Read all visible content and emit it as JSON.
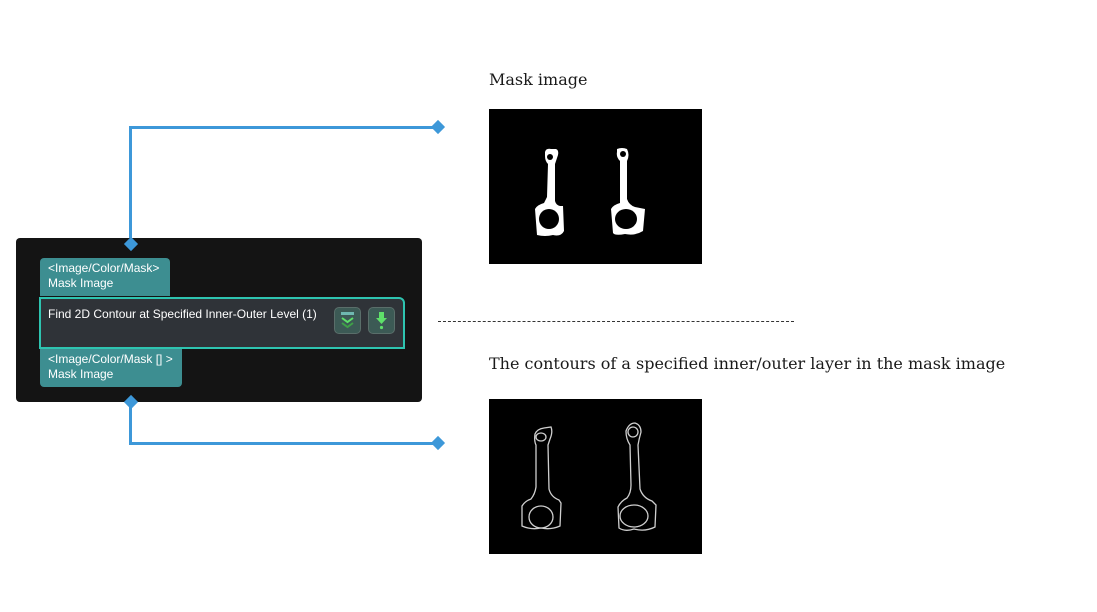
{
  "node": {
    "input_port": {
      "type": "<Image/Color/Mask>",
      "name": "Mask Image"
    },
    "title": "Find 2D Contour at Specified Inner-Outer Level (1)",
    "buttons": [
      {
        "icon": "double-chevron-down-icon",
        "label": "collapse"
      },
      {
        "icon": "download-arrow-icon",
        "label": "breakpoint"
      }
    ],
    "output_port": {
      "type": "<Image/Color/Mask [] >",
      "name": "Mask Image"
    }
  },
  "colors": {
    "wire": "#3d98d9",
    "port_tab": "#3d8e91",
    "node_bg": "#141414",
    "title_border": "#2ec4b0",
    "icon_green": "#5ee06a"
  },
  "panels": {
    "input": {
      "caption": "Mask image",
      "image_alt": "Binary mask of two connecting rods"
    },
    "output": {
      "caption": "The contours of a specified inner/outer layer in the mask image",
      "image_alt": "Contour outlines of two connecting rods"
    }
  }
}
